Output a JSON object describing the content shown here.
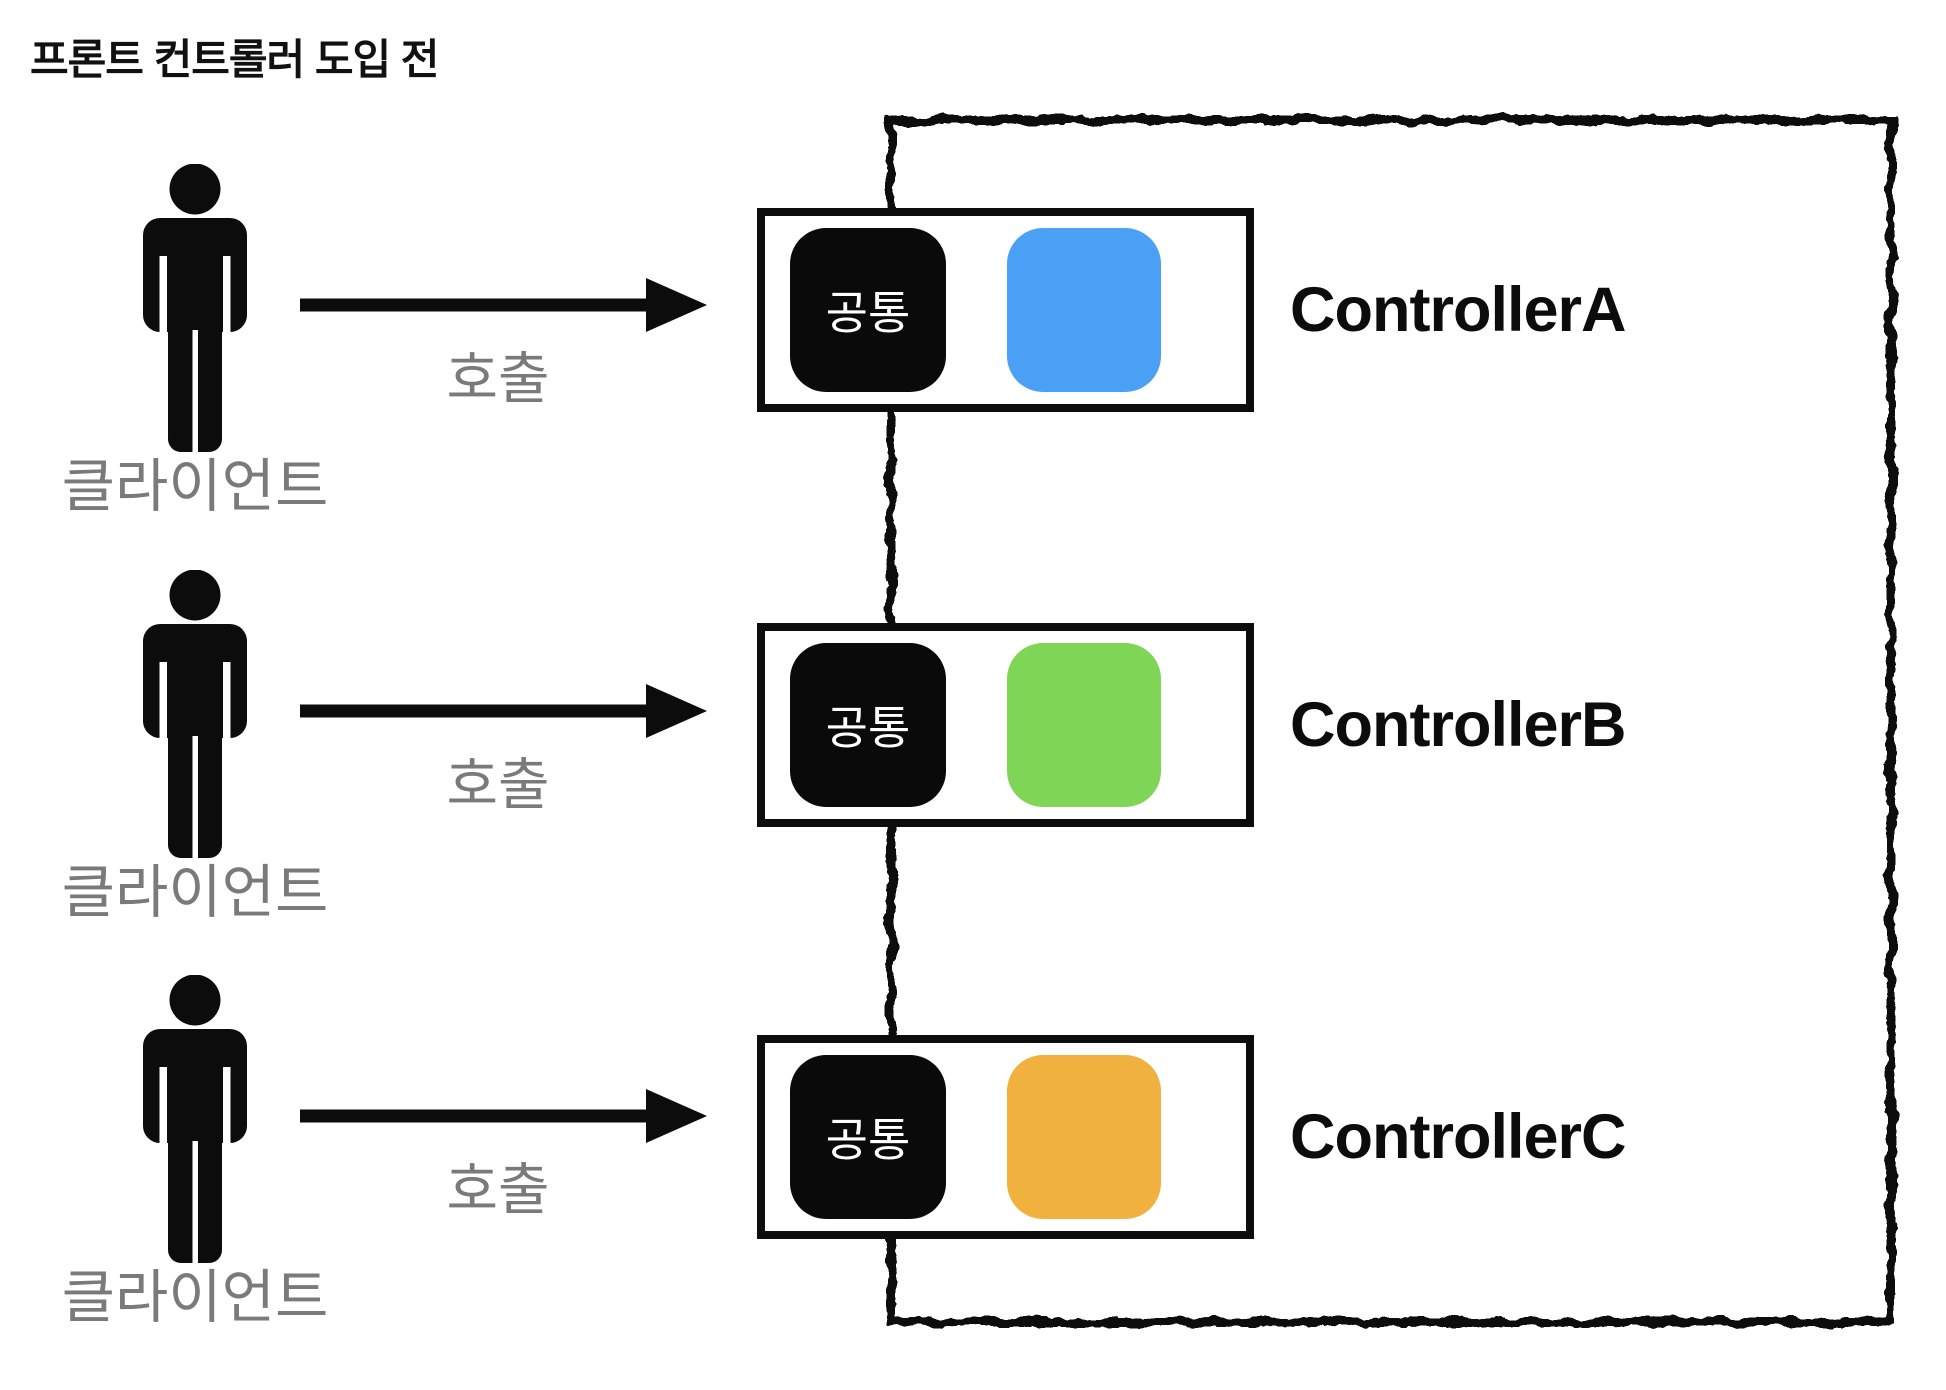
{
  "title": "프론트 컨트롤러 도입 전",
  "rows": [
    {
      "client_label": "클라이언트",
      "call_label": "호출",
      "common_label": "공통",
      "controller_label": "ControllerA",
      "block_color": "#4AA0F5"
    },
    {
      "client_label": "클라이언트",
      "call_label": "호출",
      "common_label": "공통",
      "controller_label": "ControllerB",
      "block_color": "#7ED556"
    },
    {
      "client_label": "클라이언트",
      "call_label": "호출",
      "common_label": "공통",
      "controller_label": "ControllerC",
      "block_color": "#F1B13E"
    }
  ],
  "colors": {
    "common_block": "#0a0a0a",
    "box_border": "#0d0d0d",
    "label_gray": "#7a7a7a",
    "ink": "#0c0c0c"
  }
}
